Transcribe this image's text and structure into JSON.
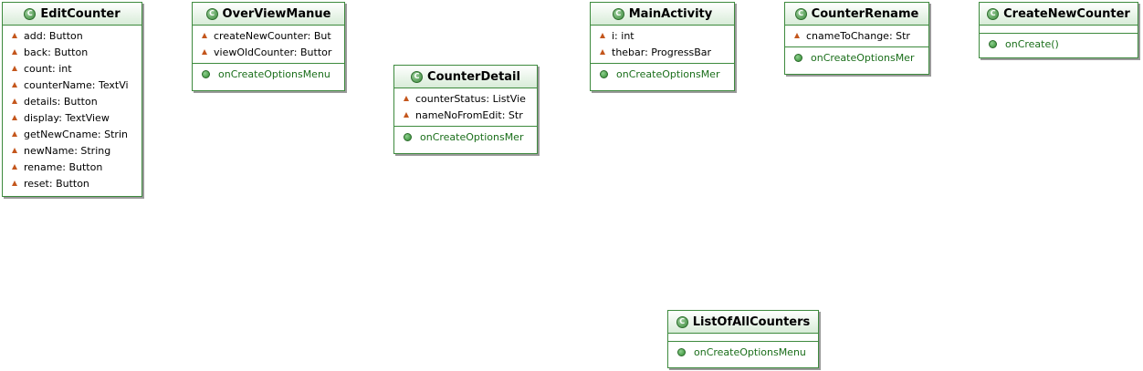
{
  "classes": {
    "editCounter": {
      "name": "EditCounter",
      "attributes": [
        "add: Button",
        "back: Button",
        "count: int",
        "counterName: TextVi",
        "details: Button",
        "display: TextView",
        "getNewCname: Strin",
        "newName: String",
        "rename: Button",
        "reset: Button"
      ],
      "methods": []
    },
    "overViewManue": {
      "name": "OverViewManue",
      "attributes": [
        "createNewCounter: But",
        "viewOldCounter: Buttor"
      ],
      "methods": [
        "onCreateOptionsMenu"
      ]
    },
    "counterDetail": {
      "name": "CounterDetail",
      "attributes": [
        "counterStatus: ListVie",
        "nameNoFromEdit: Str"
      ],
      "methods": [
        "onCreateOptionsMer"
      ]
    },
    "mainActivity": {
      "name": "MainActivity",
      "attributes": [
        "i: int",
        "thebar: ProgressBar"
      ],
      "methods": [
        "onCreateOptionsMer"
      ]
    },
    "counterRename": {
      "name": "CounterRename",
      "attributes": [
        "cnameToChange: Str"
      ],
      "methods": [
        "onCreateOptionsMer"
      ]
    },
    "createNewCounter": {
      "name": "CreateNewCounter",
      "attributes": [],
      "methods": [
        "onCreate()"
      ]
    },
    "listOfAllCounters": {
      "name": "ListOfAllCounters",
      "attributes": [],
      "methods": [
        "onCreateOptionsMenu"
      ]
    }
  },
  "colors": {
    "border": "#3d8a3d",
    "field_icon": "#c4561c",
    "method_icon": "#2f8a2f",
    "method_text": "#1a6e1a"
  },
  "icons": {
    "class": "class-c-icon",
    "field": "package-field-triangle-icon",
    "method": "public-method-circle-icon"
  }
}
